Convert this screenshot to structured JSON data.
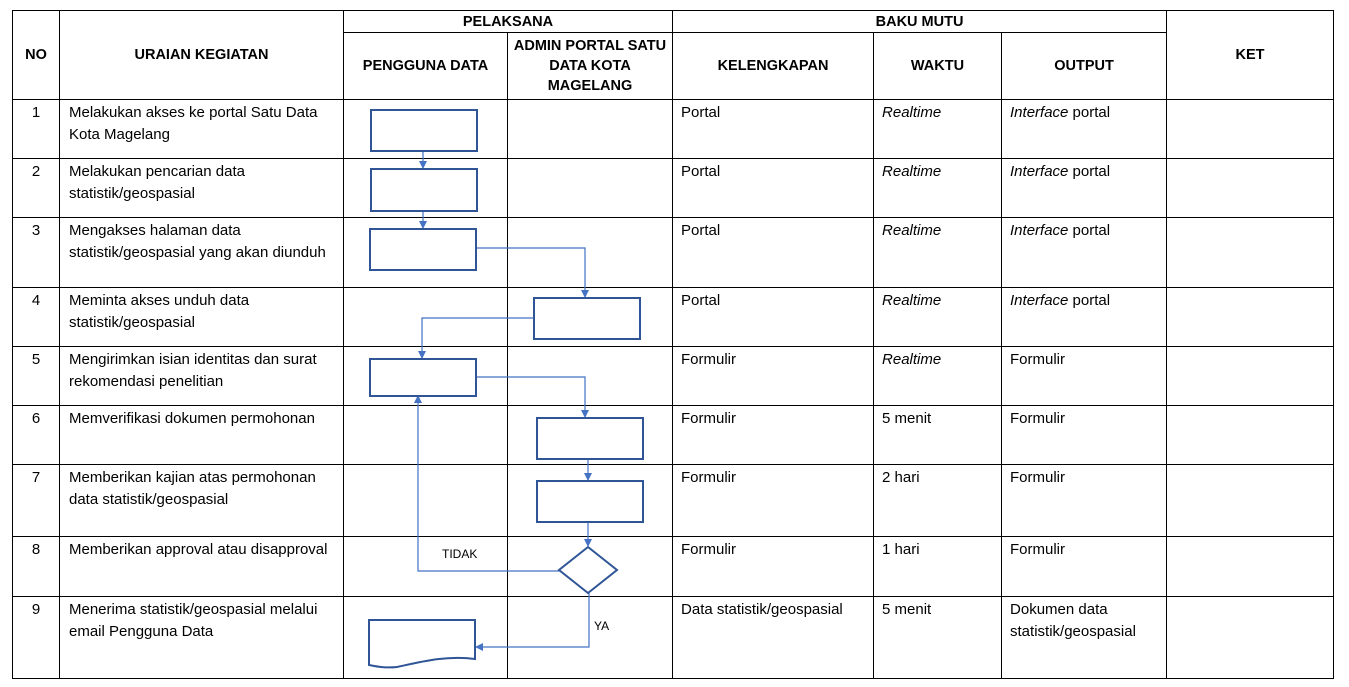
{
  "header": {
    "no": "NO",
    "uraian": "URAIAN KEGIATAN",
    "pelaksana": "PELAKSANA",
    "baku_mutu": "BAKU MUTU",
    "ket": "KET",
    "pengguna": "PENGGUNA DATA",
    "admin": "ADMIN PORTAL SATU DATA KOTA MAGELANG",
    "kelengkapan": "KELENGKAPAN",
    "waktu": "WAKTU",
    "output": "OUTPUT"
  },
  "rows": [
    {
      "no": "1",
      "uraian": "Melakukan akses ke portal Satu Data Kota Magelang",
      "kelengkapan": "Portal",
      "waktu": "Realtime",
      "output_em": "Interface",
      "output": " portal"
    },
    {
      "no": "2",
      "uraian": "Melakukan pencarian data statistik/geospasial",
      "kelengkapan": "Portal",
      "waktu": "Realtime",
      "output_em": "Interface",
      "output": " portal"
    },
    {
      "no": "3",
      "uraian": "Mengakses halaman data statistik/geospasial yang akan diunduh",
      "kelengkapan": "Portal",
      "waktu": "Realtime",
      "output_em": "Interface",
      "output": " portal"
    },
    {
      "no": "4",
      "uraian": "Meminta akses unduh data statistik/geospasial",
      "kelengkapan": "Portal",
      "waktu": "Realtime",
      "output_em": "Interface",
      "output": " portal"
    },
    {
      "no": "5",
      "uraian": "Mengirimkan isian identitas dan surat rekomendasi penelitian",
      "kelengkapan": "Formulir",
      "waktu": "Realtime",
      "output_em": "",
      "output": "Formulir"
    },
    {
      "no": "6",
      "uraian": "Memverifikasi dokumen permohonan",
      "kelengkapan": "Formulir",
      "waktu": "5 menit",
      "output_em": "",
      "output": "Formulir"
    },
    {
      "no": "7",
      "uraian": "Memberikan kajian atas permohonan data statistik/geospasial",
      "kelengkapan": "Formulir",
      "waktu": "2 hari",
      "output_em": "",
      "output": "Formulir"
    },
    {
      "no": "8",
      "uraian": "Memberikan approval atau disapproval",
      "kelengkapan": "Formulir",
      "waktu": "1 hari",
      "output_em": "",
      "output": "Formulir"
    },
    {
      "no": "9",
      "uraian": "Menerima statistik/geospasial melalui email Pengguna Data",
      "kelengkapan": "Data statistik/geospasial",
      "waktu": "5 menit",
      "output_em": "",
      "output": "Dokumen data statistik/geospasial"
    }
  ],
  "flow": {
    "label_no": "TIDAK",
    "label_yes": "YA",
    "line_color": "#4472C4",
    "box_color": "#2F5597"
  }
}
